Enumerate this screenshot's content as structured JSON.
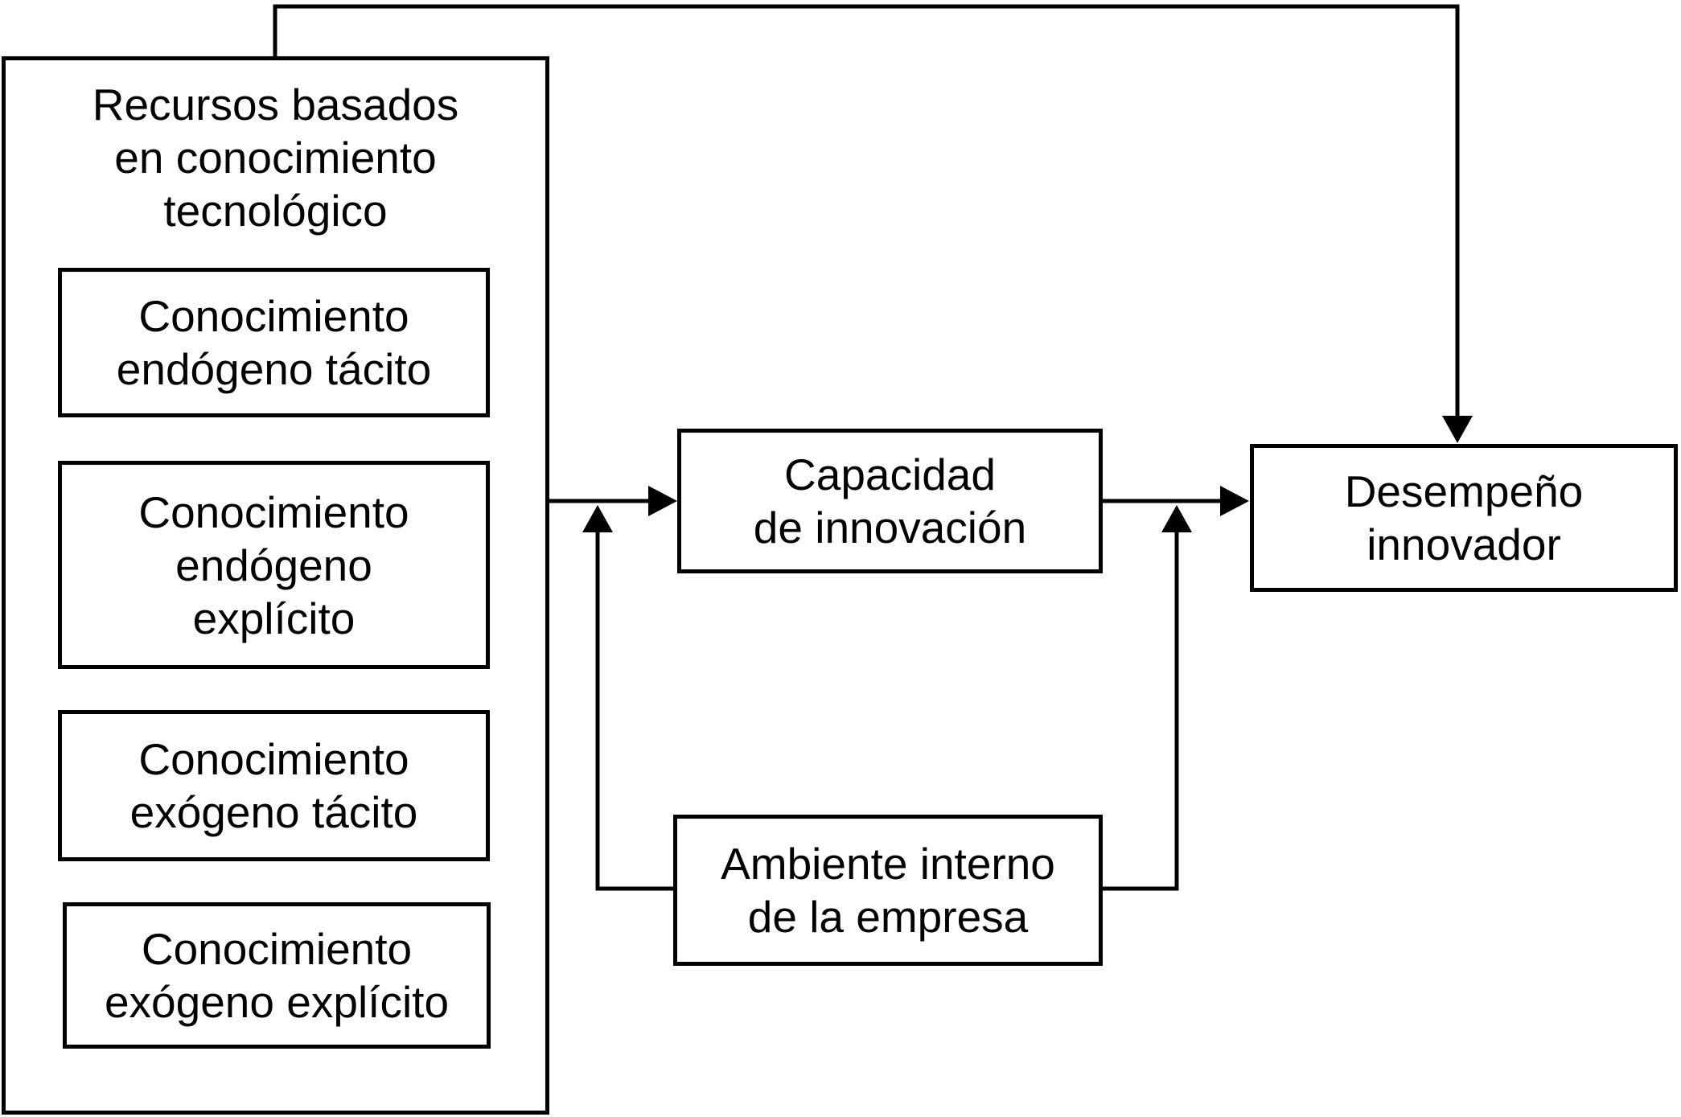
{
  "colors": {
    "background": "#ffffff",
    "line": "#000000",
    "text": "#000000"
  },
  "nodes": {
    "recursos": {
      "label": "Recursos basados\nen conocimiento\ntecnológico"
    },
    "endogeno_tacito": {
      "label": "Conocimiento\nendógeno tácito"
    },
    "endogeno_explicito": {
      "label": "Conocimiento\nendógeno\nexplícito"
    },
    "exogeno_tacito": {
      "label": "Conocimiento\nexógeno tácito"
    },
    "exogeno_explicito": {
      "label": "Conocimiento\nexógeno explícito"
    },
    "capacidad": {
      "label": "Capacidad\nde innovación"
    },
    "desempeno": {
      "label": "Desempeño\ninnovador"
    },
    "ambiente": {
      "label": "Ambiente interno\nde la empresa"
    }
  },
  "edges": [
    {
      "id": "recursos-to-capacidad",
      "from": "recursos",
      "to": "capacidad",
      "kind": "direct-arrow"
    },
    {
      "id": "capacidad-to-desempeno",
      "from": "capacidad",
      "to": "desempeno",
      "kind": "direct-arrow"
    },
    {
      "id": "recursos-to-desempeno-top",
      "from": "recursos",
      "to": "desempeno",
      "kind": "direct-arrow"
    },
    {
      "id": "ambiente-moderates-recursos-capacidad",
      "from": "ambiente",
      "to": "edge recursos-to-capacidad",
      "kind": "moderation-arrow"
    },
    {
      "id": "ambiente-moderates-capacidad-desempeno",
      "from": "ambiente",
      "to": "edge capacidad-to-desempeno",
      "kind": "moderation-arrow"
    }
  ]
}
